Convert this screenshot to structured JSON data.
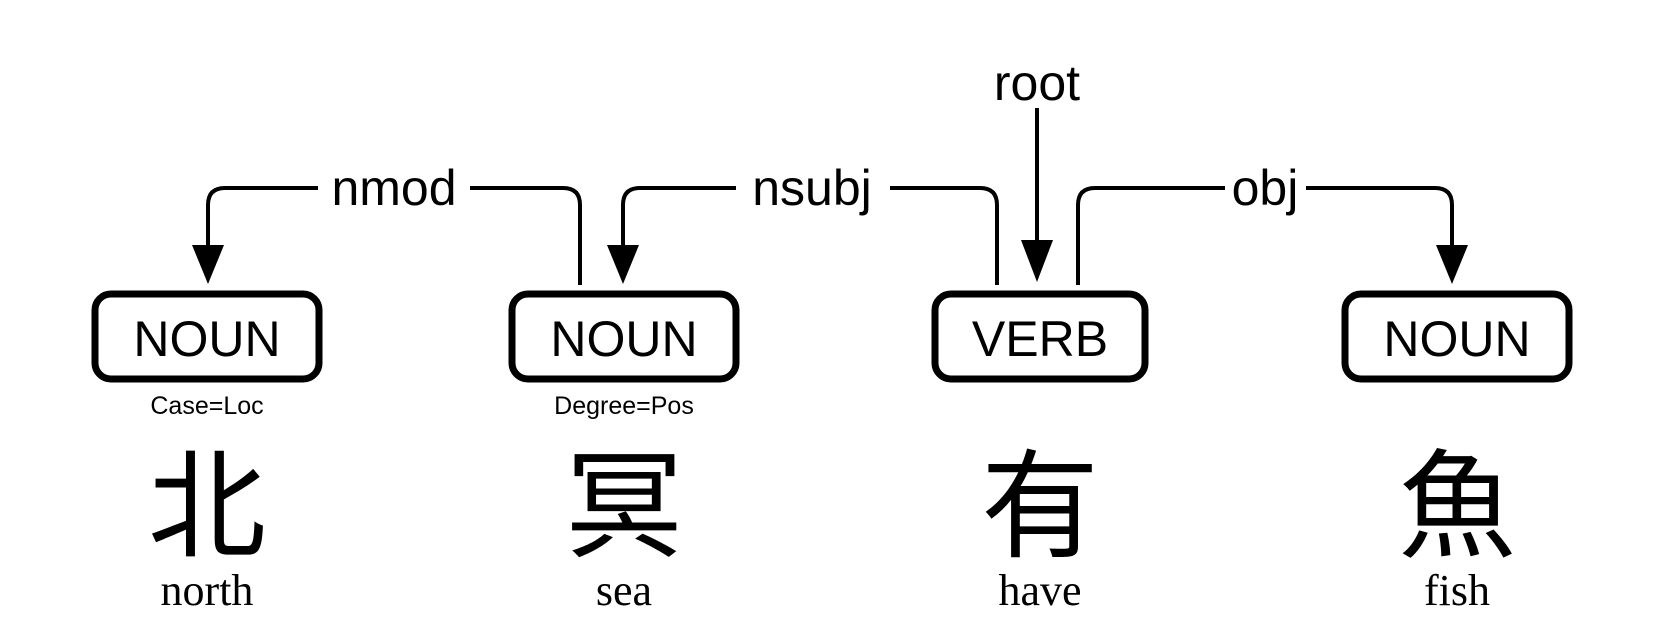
{
  "arcs": [
    {
      "label": "nmod",
      "from": 1,
      "to": 0
    },
    {
      "label": "nsubj",
      "from": 2,
      "to": 1
    },
    {
      "label": "obj",
      "from": 2,
      "to": 3
    }
  ],
  "root": {
    "label": "root",
    "to": 2
  },
  "tokens": [
    {
      "pos": "NOUN",
      "feats": "Case=Loc",
      "form": "北",
      "gloss": "north"
    },
    {
      "pos": "NOUN",
      "feats": "Degree=Pos",
      "form": "冥",
      "gloss": "sea"
    },
    {
      "pos": "VERB",
      "feats": "",
      "form": "有",
      "gloss": "have"
    },
    {
      "pos": "NOUN",
      "feats": "",
      "form": "魚",
      "gloss": "fish"
    }
  ]
}
